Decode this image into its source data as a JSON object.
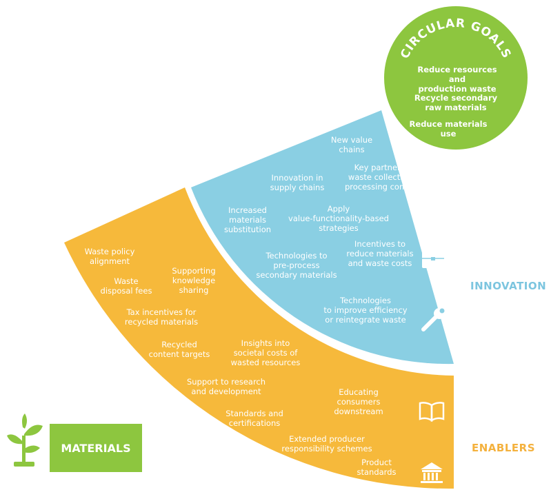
{
  "colors": {
    "enablers": "#F6B93B",
    "innovation": "#8ACFE3",
    "goals": "#8DC63F",
    "innovation_text": "#7CC5DF",
    "enablers_text": "#F4B13D"
  },
  "circular_goals": {
    "title": "CIRCULAR GOALS",
    "items": [
      "Reduce resources and\nproduction waste",
      "Recycle secondary\nraw materials",
      "Reduce materials\nuse"
    ]
  },
  "innovation": {
    "label": "INNOVATION",
    "items": [
      "New value\nchains",
      "Key partnerships:\nwaste collection and\nprocessing companies",
      "Innovation in\nsupply chains",
      "Increased\nmaterials\nsubstitution",
      "Apply\nvalue-functionality-based\nstrategies",
      "Incentives to\nreduce materials\nand waste costs",
      "Technologies to\npre-process\nsecondary materials",
      "Technologies\nto improve efficiency\nor reintegrate waste"
    ],
    "icons": [
      "person-icon",
      "briefcase-icon",
      "wrench-icon"
    ]
  },
  "enablers": {
    "label": "ENABLERS",
    "items": [
      "Waste policy\nalignment",
      "Waste\ndisposal fees",
      "Supporting\nknowledge\nsharing",
      "Tax incentives for\nrecycled materials",
      "Recycled\ncontent targets",
      "Insights into\nsocietal costs of\nwasted resources",
      "Support to research\nand development",
      "Educating\nconsumers\ndownstream",
      "Standards and\ncertifications",
      "Extended producer\nresponsibility schemes",
      "Product\nstandards"
    ],
    "icons": [
      "book-icon",
      "bank-icon"
    ]
  },
  "materials": {
    "label": "MATERIALS",
    "icon": "plant-icon"
  }
}
